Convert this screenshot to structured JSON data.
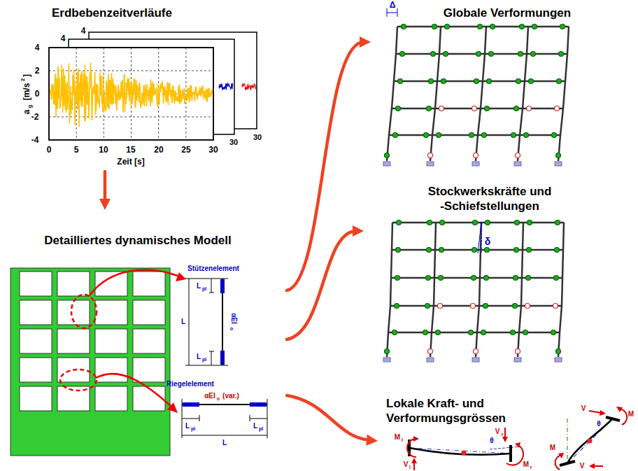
{
  "diagram": {
    "nodes": [
      {
        "text": [
          "Erdbebenzeitverläufe"
        ]
      },
      {
        "text": [
          "Detailliertes dynamisches Modell"
        ]
      },
      {
        "text": [
          "Globale Verformungen"
        ]
      },
      {
        "text": [
          "Stockwerkskräfte und -Schiefstellungen"
        ]
      },
      {
        "text": [
          "Lokale Kraft- und Verformungsgrössen"
        ]
      }
    ],
    "edges": [
      {
        "from": 0,
        "to": 1,
        "arrow": "to"
      },
      {
        "from": 1,
        "to": 2,
        "arrow": "to"
      },
      {
        "from": 1,
        "to": 3,
        "arrow": "to"
      },
      {
        "from": 1,
        "to": 4,
        "arrow": "to"
      }
    ],
    "labels": [
      "4",
      "4",
      "4",
      "2",
      "0",
      "-2",
      "-4",
      "0",
      "5",
      "10",
      "15",
      "20",
      "25",
      "30",
      "Zeit [s]",
      "a",
      "g",
      "[m/s",
      "2",
      "]",
      "30",
      "30",
      "Stützenelement",
      "L",
      "pl",
      "L",
      "L",
      "pl",
      "αEI",
      "o",
      "Riegelelement",
      "αEI",
      "o",
      "(var.)",
      "L",
      "pl",
      "L",
      "pl",
      "L",
      "Δ",
      "δ",
      "M",
      "l",
      "V",
      "l",
      "θ",
      "V",
      "r",
      "M",
      "r",
      "V",
      "M",
      "θ",
      "V",
      "M"
    ]
  }
}
